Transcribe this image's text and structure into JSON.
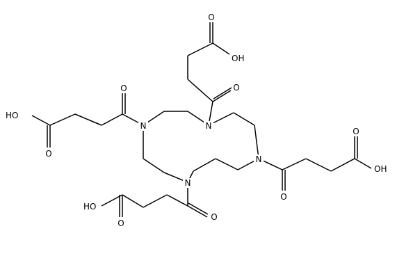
{
  "diagram": {
    "type": "chemical-structure",
    "atom_labels": {
      "nitrogen": "N",
      "oxygen": "O",
      "hydroxyl": "OH",
      "hydroxyl_left": "HO"
    },
    "colors": {
      "bond": "#000000",
      "label": "#000000",
      "background": "#ffffff"
    }
  }
}
